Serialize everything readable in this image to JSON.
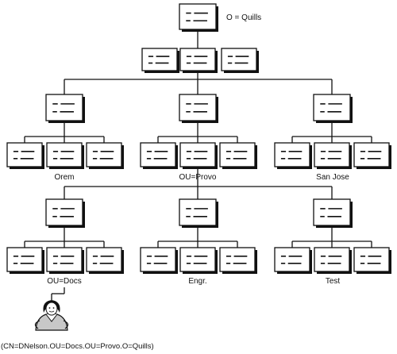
{
  "labels": {
    "root": "O = Quills",
    "orem": "Orem",
    "provo": "OU=Provo",
    "sanjose": "San Jose",
    "docs": "OU=Docs",
    "engr": "Engr.",
    "test": "Test",
    "user_dn": "(CN=DNelson.OU=Docs.OU=Provo.O=Quills)"
  },
  "colors": {
    "line": "#111111",
    "box_fill": "#ffffff",
    "figure_shirt": "#c8c8c8"
  },
  "icons": {
    "object_box": "server-container-icon",
    "user": "user-figure-icon"
  }
}
